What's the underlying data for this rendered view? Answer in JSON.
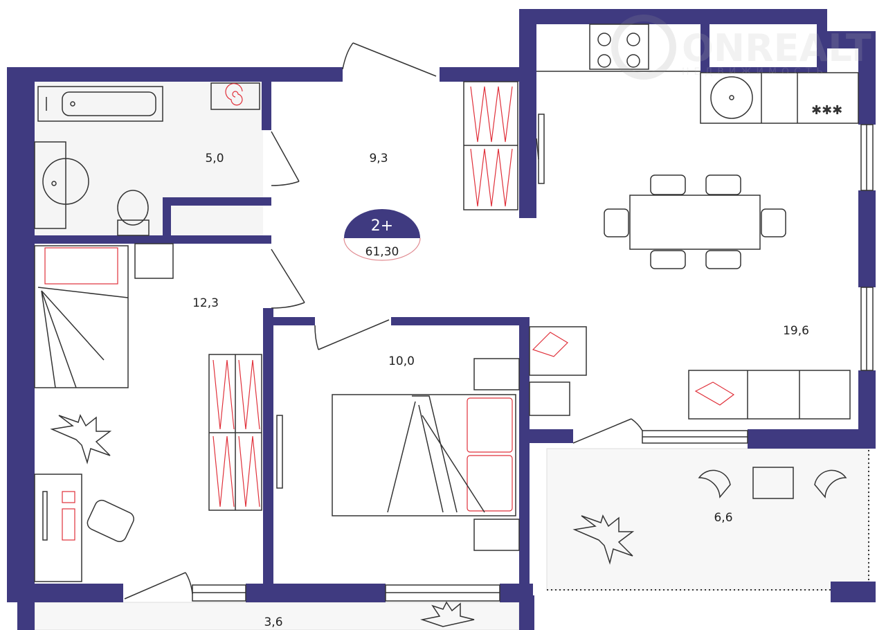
{
  "plan": {
    "rooms": [
      {
        "name": "bathroom",
        "area": "5,0"
      },
      {
        "name": "hallway",
        "area": "9,3"
      },
      {
        "name": "kitchen-living",
        "area": "19,6"
      },
      {
        "name": "bedroom-1",
        "area": "12,3"
      },
      {
        "name": "bedroom-2",
        "area": "10,0"
      },
      {
        "name": "balcony-right",
        "area": "6,6"
      },
      {
        "name": "balcony-bottom",
        "area": "3,6"
      }
    ],
    "badge": {
      "rooms": "2+",
      "total_area": "61,30"
    },
    "watermark": {
      "brand": "ONREALT",
      "subtitle": "НЕДВИЖИМОСТЬ"
    },
    "colors": {
      "wall": "#3f3a80",
      "accent": "#e0303a"
    }
  }
}
